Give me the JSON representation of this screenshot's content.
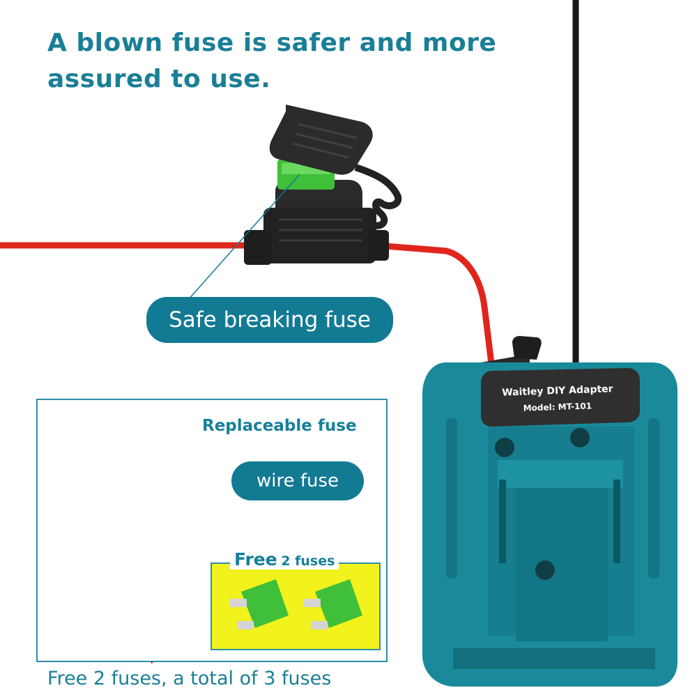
{
  "headline": {
    "line1": "A blown fuse is safer and more",
    "line2": "assured to use."
  },
  "callouts": {
    "safe_fuse": "Safe breaking fuse",
    "wire_fuse": "wire fuse"
  },
  "inset": {
    "title": "Replaceable fuse",
    "free_label_big": "Free",
    "free_label_small": "2 fuses"
  },
  "adapter": {
    "brand": "Waitley DIY Adapter",
    "model": "Model: MT-101"
  },
  "footer": "Free 2 fuses, a total of 3 fuses",
  "colors": {
    "accent": "#137a94",
    "adapter_body": "#1a8a9b",
    "wire_red": "#e0261c",
    "fuse_green": "#3fbf3a",
    "promo_yellow": "#f2f21c"
  }
}
